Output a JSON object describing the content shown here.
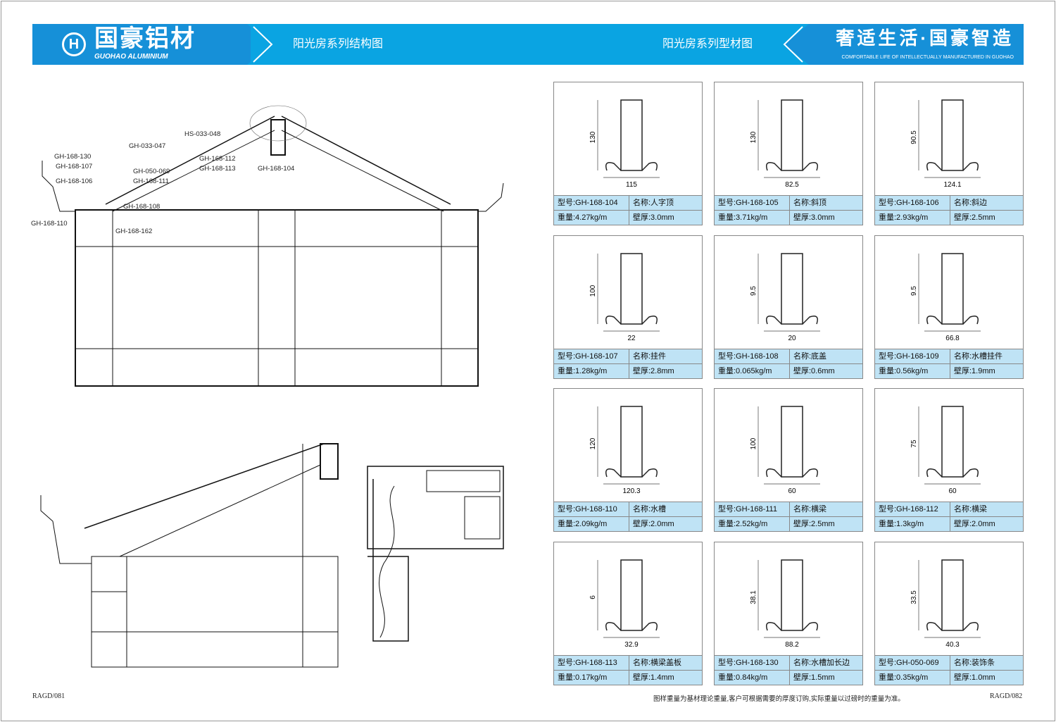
{
  "header": {
    "brand": "国豪铝材",
    "brand_en": "GUOHAO ALUMINIUM",
    "left_title": "阳光房系列结构图",
    "right_title": "阳光房系列型材图",
    "slogan": "奢适生活·国豪智造",
    "slogan_en": "COMFORTABLE LIFE OF INTELLECTUALLY MANUFACTURED IN GUOHAO",
    "accent": "#0aa4e2"
  },
  "diagram": {
    "labels": [
      "GH-168-130",
      "GH-168-107",
      "GH-168-106",
      "GH-168-110",
      "GH-033-047",
      "HS-033-048",
      "GH-050-069",
      "GH-168-111",
      "GH-168-112",
      "GH-168-113",
      "GH-168-104",
      "GH-168-108",
      "GH-168-162"
    ]
  },
  "profiles": [
    {
      "model": "型号:GH-168-104",
      "name": "名称:人字顶",
      "weight": "重量:4.27kg/m",
      "thickness": "壁厚:3.0mm",
      "dims": [
        "130",
        "115"
      ]
    },
    {
      "model": "型号:GH-168-105",
      "name": "名称:斜顶",
      "weight": "重量:3.71kg/m",
      "thickness": "壁厚:3.0mm",
      "dims": [
        "130",
        "82.5"
      ]
    },
    {
      "model": "型号:GH-168-106",
      "name": "名称:斜边",
      "weight": "重量:2.93kg/m",
      "thickness": "壁厚:2.5mm",
      "dims": [
        "90.5",
        "124.1"
      ]
    },
    {
      "model": "型号:GH-168-107",
      "name": "名称:挂件",
      "weight": "重量:1.28kg/m",
      "thickness": "壁厚:2.8mm",
      "dims": [
        "100",
        "22"
      ]
    },
    {
      "model": "型号:GH-168-108",
      "name": "名称:底盖",
      "weight": "重量:0.065kg/m",
      "thickness": "壁厚:0.6mm",
      "dims": [
        "9.5",
        "20"
      ]
    },
    {
      "model": "型号:GH-168-109",
      "name": "名称:水槽挂件",
      "weight": "重量:0.56kg/m",
      "thickness": "壁厚:1.9mm",
      "dims": [
        "9.5",
        "66.8"
      ]
    },
    {
      "model": "型号:GH-168-110",
      "name": "名称:水槽",
      "weight": "重量:2.09kg/m",
      "thickness": "壁厚:2.0mm",
      "dims": [
        "120",
        "120.3"
      ]
    },
    {
      "model": "型号:GH-168-111",
      "name": "名称:横梁",
      "weight": "重量:2.52kg/m",
      "thickness": "壁厚:2.5mm",
      "dims": [
        "100",
        "60"
      ]
    },
    {
      "model": "型号:GH-168-112",
      "name": "名称:横梁",
      "weight": "重量:1.3kg/m",
      "thickness": "壁厚:2.0mm",
      "dims": [
        "75",
        "60"
      ]
    },
    {
      "model": "型号:GH-168-113",
      "name": "名称:横梁盖板",
      "weight": "重量:0.17kg/m",
      "thickness": "壁厚:1.4mm",
      "dims": [
        "6",
        "32.9"
      ]
    },
    {
      "model": "型号:GH-168-130",
      "name": "名称:水槽加长边",
      "weight": "重量:0.84kg/m",
      "thickness": "壁厚:1.5mm",
      "dims": [
        "38.1",
        "88.2"
      ]
    },
    {
      "model": "型号:GH-050-069",
      "name": "名称:装饰条",
      "weight": "重量:0.35kg/m",
      "thickness": "壁厚:1.0mm",
      "dims": [
        "33.5",
        "40.3"
      ]
    }
  ],
  "footer": {
    "left_page": "RAGD/081",
    "right_page": "RAGD/082",
    "note": "图样重量为基材理论重量,客户可根据需要的厚度订购,实际重量以过磅时的重量为准。"
  }
}
